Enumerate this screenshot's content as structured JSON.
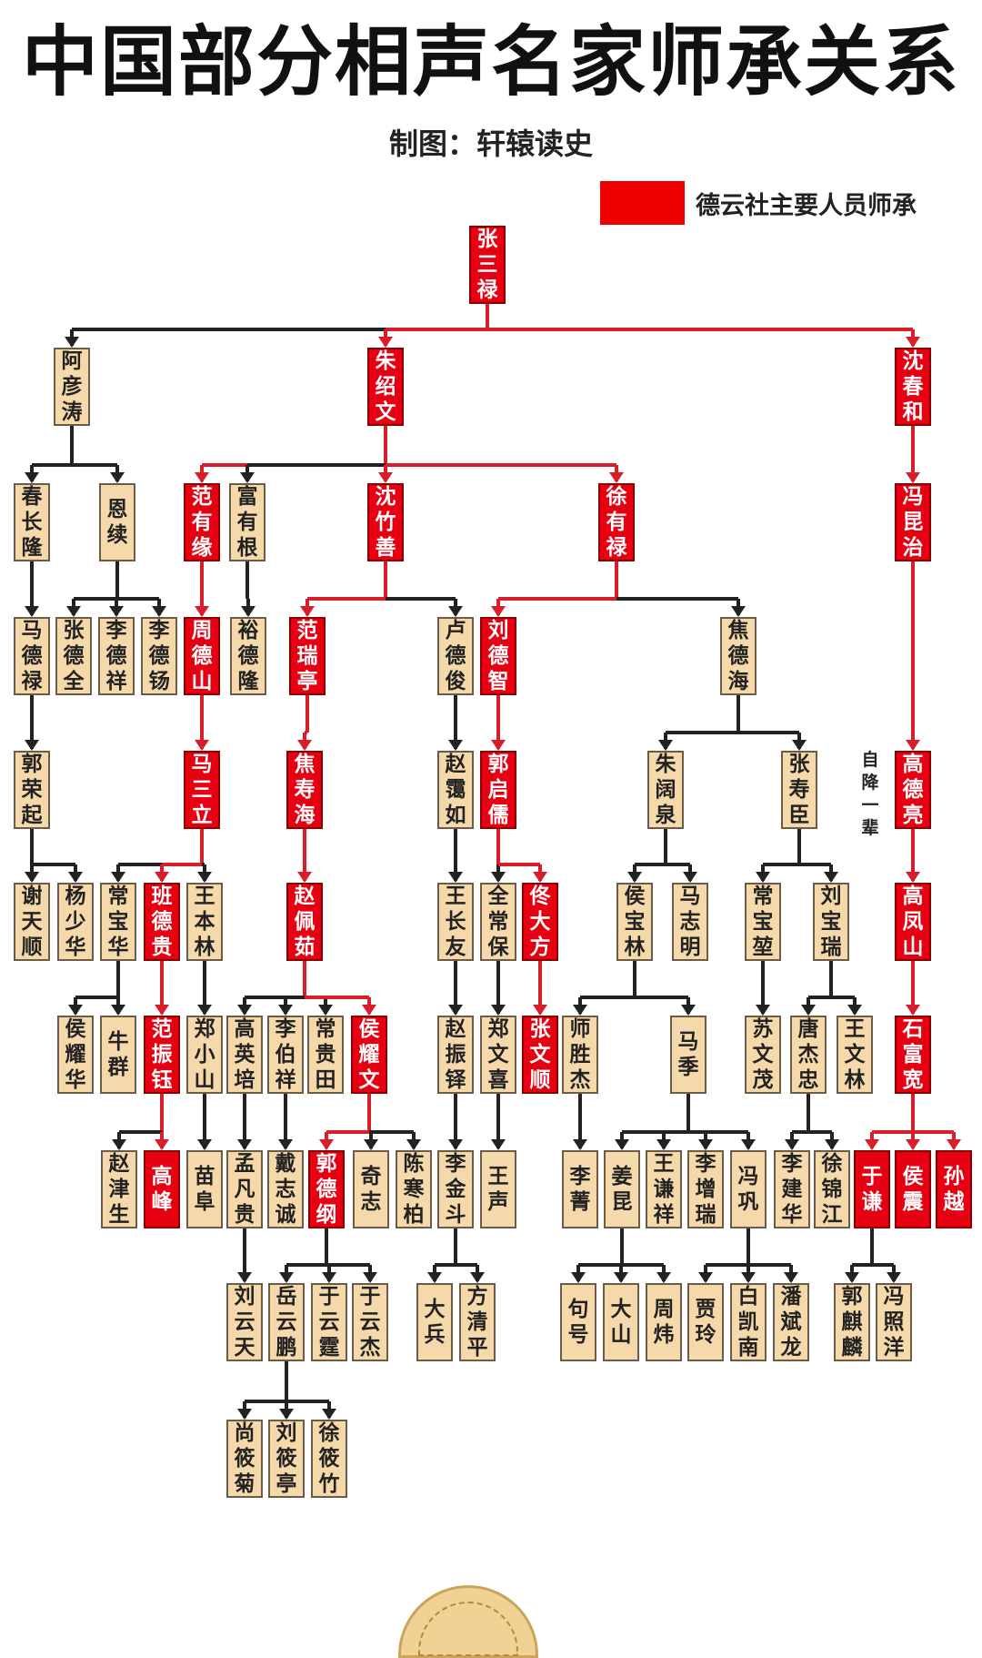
{
  "title": "中国部分相声名家师承关系",
  "author": "制图：轩辕读史",
  "legend": {
    "label": "德云社主要人员师承",
    "color": "#ee0000"
  },
  "note": "自降一辈",
  "colors": {
    "red_node": "#e60012",
    "normal_node": "#f6d9ab",
    "red_line": "#d81e2a",
    "black_line": "#222222"
  },
  "nodes": [
    {
      "id": "zsl",
      "name": "张三禄",
      "red": true
    },
    {
      "id": "ayt",
      "name": "阿彦涛",
      "red": false
    },
    {
      "id": "zsw",
      "name": "朱绍文",
      "red": true
    },
    {
      "id": "sch",
      "name": "沈春和",
      "red": true
    },
    {
      "id": "ccl",
      "name": "春长隆",
      "red": false
    },
    {
      "id": "ex",
      "name": "恩续",
      "red": false
    },
    {
      "id": "fyy",
      "name": "范有缘",
      "red": true
    },
    {
      "id": "fyg",
      "name": "富有根",
      "red": false
    },
    {
      "id": "szs",
      "name": "沈竹善",
      "red": true
    },
    {
      "id": "xyl",
      "name": "徐有禄",
      "red": true
    },
    {
      "id": "fkz",
      "name": "冯昆治",
      "red": true
    },
    {
      "id": "mdl",
      "name": "马德禄",
      "red": false
    },
    {
      "id": "zdq",
      "name": "张德全",
      "red": false
    },
    {
      "id": "ldx",
      "name": "李德祥",
      "red": false
    },
    {
      "id": "ldy",
      "name": "李德钖",
      "red": false
    },
    {
      "id": "zds",
      "name": "周德山",
      "red": true
    },
    {
      "id": "ydl",
      "name": "裕德隆",
      "red": false
    },
    {
      "id": "frt",
      "name": "范瑞亭",
      "red": true
    },
    {
      "id": "ldj",
      "name": "卢德俊",
      "red": false
    },
    {
      "id": "ldz",
      "name": "刘德智",
      "red": true
    },
    {
      "id": "jdh",
      "name": "焦德海",
      "red": false
    },
    {
      "id": "grq",
      "name": "郭荣起",
      "red": false
    },
    {
      "id": "msl",
      "name": "马三立",
      "red": true
    },
    {
      "id": "jsh",
      "name": "焦寿海",
      "red": true
    },
    {
      "id": "zar",
      "name": "赵霭如",
      "red": false
    },
    {
      "id": "gqr",
      "name": "郭启儒",
      "red": true
    },
    {
      "id": "zkq",
      "name": "朱阔泉",
      "red": false
    },
    {
      "id": "zsc",
      "name": "张寿臣",
      "red": false
    },
    {
      "id": "gdl",
      "name": "高德亮",
      "red": true
    },
    {
      "id": "xts",
      "name": "谢天顺",
      "red": false
    },
    {
      "id": "ysh",
      "name": "杨少华",
      "red": false
    },
    {
      "id": "cbh",
      "name": "常宝华",
      "red": false
    },
    {
      "id": "bdg",
      "name": "班德贵",
      "red": true
    },
    {
      "id": "wbl",
      "name": "王本林",
      "red": false
    },
    {
      "id": "zpr",
      "name": "赵佩茹",
      "red": true
    },
    {
      "id": "wcy",
      "name": "王长友",
      "red": false
    },
    {
      "id": "qcb",
      "name": "全常保",
      "red": false
    },
    {
      "id": "tdf",
      "name": "佟大方",
      "red": true
    },
    {
      "id": "hbl",
      "name": "侯宝林",
      "red": false
    },
    {
      "id": "mzm",
      "name": "马志明",
      "red": false
    },
    {
      "id": "cbk",
      "name": "常宝堃",
      "red": false
    },
    {
      "id": "lbr",
      "name": "刘宝瑞",
      "red": false
    },
    {
      "id": "gfs",
      "name": "高凤山",
      "red": true
    },
    {
      "id": "hyh",
      "name": "侯耀华",
      "red": false
    },
    {
      "id": "nq",
      "name": "牛群",
      "red": false
    },
    {
      "id": "fzy",
      "name": "范振钰",
      "red": true
    },
    {
      "id": "zxs",
      "name": "郑小山",
      "red": false
    },
    {
      "id": "gyp",
      "name": "高英培",
      "red": false
    },
    {
      "id": "lbx",
      "name": "李伯祥",
      "red": false
    },
    {
      "id": "cgt",
      "name": "常贵田",
      "red": false
    },
    {
      "id": "hyw",
      "name": "侯耀文",
      "red": true
    },
    {
      "id": "zzd",
      "name": "赵振铎",
      "red": false
    },
    {
      "id": "zwx",
      "name": "郑文喜",
      "red": false
    },
    {
      "id": "zws",
      "name": "张文顺",
      "red": true
    },
    {
      "id": "ssj",
      "name": "师胜杰",
      "red": false
    },
    {
      "id": "mj",
      "name": "马季",
      "red": false
    },
    {
      "id": "swm",
      "name": "苏文茂",
      "red": false
    },
    {
      "id": "tjz",
      "name": "唐杰忠",
      "red": false
    },
    {
      "id": "wwl",
      "name": "王文林",
      "red": false
    },
    {
      "id": "sfk",
      "name": "石富宽",
      "red": true
    },
    {
      "id": "zjs",
      "name": "赵津生",
      "red": false
    },
    {
      "id": "gf",
      "name": "高峰",
      "red": true
    },
    {
      "id": "mf",
      "name": "苗阜",
      "red": false
    },
    {
      "id": "mfg",
      "name": "孟凡贵",
      "red": false
    },
    {
      "id": "dzc",
      "name": "戴志诚",
      "red": false
    },
    {
      "id": "gdg",
      "name": "郭德纲",
      "red": true
    },
    {
      "id": "qz",
      "name": "奇志",
      "red": false
    },
    {
      "id": "chb",
      "name": "陈寒柏",
      "red": false
    },
    {
      "id": "ljd",
      "name": "李金斗",
      "red": false
    },
    {
      "id": "ws",
      "name": "王声",
      "red": false
    },
    {
      "id": "lj",
      "name": "李菁",
      "red": false
    },
    {
      "id": "jk",
      "name": "姜昆",
      "red": false
    },
    {
      "id": "wqx",
      "name": "王谦祥",
      "red": false
    },
    {
      "id": "lzr",
      "name": "李增瑞",
      "red": false
    },
    {
      "id": "fg",
      "name": "冯巩",
      "red": false
    },
    {
      "id": "ljh",
      "name": "李建华",
      "red": false
    },
    {
      "id": "xjj",
      "name": "徐锦江",
      "red": false
    },
    {
      "id": "yq",
      "name": "于谦",
      "red": true
    },
    {
      "id": "hz",
      "name": "侯震",
      "red": true
    },
    {
      "id": "sy",
      "name": "孙越",
      "red": true
    },
    {
      "id": "lyt",
      "name": "刘云天",
      "red": false
    },
    {
      "id": "yyp",
      "name": "岳云鹏",
      "red": false
    },
    {
      "id": "yyt",
      "name": "于云霆",
      "red": false
    },
    {
      "id": "yyj",
      "name": "于云杰",
      "red": false
    },
    {
      "id": "db",
      "name": "大兵",
      "red": false
    },
    {
      "id": "fqp",
      "name": "方清平",
      "red": false
    },
    {
      "id": "gh",
      "name": "句号",
      "red": false
    },
    {
      "id": "ds",
      "name": "大山",
      "red": false
    },
    {
      "id": "zw",
      "name": "周炜",
      "red": false
    },
    {
      "id": "jl",
      "name": "贾玲",
      "red": false
    },
    {
      "id": "bkn",
      "name": "白凯南",
      "red": false
    },
    {
      "id": "pbl",
      "name": "潘斌龙",
      "red": false
    },
    {
      "id": "gql",
      "name": "郭麒麟",
      "red": false
    },
    {
      "id": "fzy2",
      "name": "冯照洋",
      "red": false
    },
    {
      "id": "sxj",
      "name": "尚筱菊",
      "red": false
    },
    {
      "id": "lxt",
      "name": "刘筱亭",
      "red": false
    },
    {
      "id": "xxz",
      "name": "徐筱竹",
      "red": false
    }
  ],
  "edges": [
    {
      "from": "zsl",
      "to": [
        "ayt",
        "zsw",
        "sch"
      ],
      "red": [
        "zsw",
        "sch"
      ]
    },
    {
      "from": "ayt",
      "to": [
        "ccl",
        "ex"
      ],
      "red": []
    },
    {
      "from": "zsw",
      "to": [
        "fyy",
        "fyg",
        "szs",
        "xyl"
      ],
      "red": [
        "fyy",
        "szs",
        "xyl"
      ]
    },
    {
      "from": "sch",
      "to": [
        "fkz"
      ],
      "red": [
        "fkz"
      ]
    },
    {
      "from": "ccl",
      "to": [
        "mdl"
      ],
      "red": []
    },
    {
      "from": "ex",
      "to": [
        "zdq",
        "ldx",
        "ldy"
      ],
      "red": []
    },
    {
      "from": "fyy",
      "to": [
        "zds"
      ],
      "red": [
        "zds"
      ]
    },
    {
      "from": "fyg",
      "to": [
        "ydl"
      ],
      "red": []
    },
    {
      "from": "szs",
      "to": [
        "frt",
        "ldj"
      ],
      "red": [
        "frt"
      ]
    },
    {
      "from": "xyl",
      "to": [
        "ldz",
        "jdh"
      ],
      "red": [
        "ldz"
      ]
    },
    {
      "from": "fkz",
      "to": [
        "gdl"
      ],
      "red": [
        "gdl"
      ]
    },
    {
      "from": "mdl",
      "to": [
        "grq"
      ],
      "red": []
    },
    {
      "from": "zds",
      "to": [
        "msl"
      ],
      "red": [
        "msl"
      ]
    },
    {
      "from": "frt",
      "to": [
        "jsh"
      ],
      "red": [
        "jsh"
      ]
    },
    {
      "from": "ldj",
      "to": [
        "zar"
      ],
      "red": []
    },
    {
      "from": "ldz",
      "to": [
        "gqr"
      ],
      "red": [
        "gqr"
      ]
    },
    {
      "from": "jdh",
      "to": [
        "zkq",
        "zsc"
      ],
      "red": []
    },
    {
      "from": "grq",
      "to": [
        "xts",
        "ysh"
      ],
      "red": []
    },
    {
      "from": "msl",
      "to": [
        "cbh",
        "bdg",
        "wbl"
      ],
      "red": [
        "bdg"
      ]
    },
    {
      "from": "jsh",
      "to": [
        "zpr"
      ],
      "red": [
        "zpr"
      ]
    },
    {
      "from": "zar",
      "to": [
        "wcy"
      ],
      "red": []
    },
    {
      "from": "gqr",
      "to": [
        "qcb",
        "tdf"
      ],
      "red": [
        "tdf"
      ]
    },
    {
      "from": "zkq",
      "to": [
        "hbl",
        "mzm"
      ],
      "red": []
    },
    {
      "from": "zsc",
      "to": [
        "cbk",
        "lbr"
      ],
      "red": []
    },
    {
      "from": "gdl",
      "to": [
        "gfs"
      ],
      "red": [
        "gfs"
      ]
    },
    {
      "from": "cbh",
      "to": [
        "hyh",
        "nq"
      ],
      "red": []
    },
    {
      "from": "bdg",
      "to": [
        "fzy"
      ],
      "red": [
        "fzy"
      ]
    },
    {
      "from": "wbl",
      "to": [
        "zxs"
      ],
      "red": []
    },
    {
      "from": "zpr",
      "to": [
        "gyp",
        "lbx",
        "cgt",
        "hyw"
      ],
      "red": [
        "hyw"
      ]
    },
    {
      "from": "wcy",
      "to": [
        "zzd"
      ],
      "red": []
    },
    {
      "from": "qcb",
      "to": [
        "zwx"
      ],
      "red": []
    },
    {
      "from": "tdf",
      "to": [
        "zws"
      ],
      "red": [
        "zws"
      ]
    },
    {
      "from": "hbl",
      "to": [
        "ssj",
        "mj"
      ],
      "red": []
    },
    {
      "from": "cbk",
      "to": [
        "swm"
      ],
      "red": []
    },
    {
      "from": "lbr",
      "to": [
        "tjz",
        "wwl"
      ],
      "red": []
    },
    {
      "from": "gfs",
      "to": [
        "sfk"
      ],
      "red": [
        "sfk"
      ]
    },
    {
      "from": "fzy",
      "to": [
        "zjs",
        "gf"
      ],
      "red": [
        "gf"
      ]
    },
    {
      "from": "zxs",
      "to": [
        "mf"
      ],
      "red": []
    },
    {
      "from": "gyp",
      "to": [
        "mfg"
      ],
      "red": []
    },
    {
      "from": "lbx",
      "to": [
        "dzc"
      ],
      "red": []
    },
    {
      "from": "hyw",
      "to": [
        "gdg",
        "qz",
        "chb"
      ],
      "red": [
        "gdg"
      ]
    },
    {
      "from": "zzd",
      "to": [
        "ljd"
      ],
      "red": []
    },
    {
      "from": "zwx",
      "to": [
        "ws"
      ],
      "red": []
    },
    {
      "from": "ssj",
      "to": [
        "lj"
      ],
      "red": []
    },
    {
      "from": "mj",
      "to": [
        "jk",
        "wqx",
        "lzr",
        "fg"
      ],
      "red": []
    },
    {
      "from": "tjz",
      "to": [
        "ljh",
        "xjj"
      ],
      "red": []
    },
    {
      "from": "sfk",
      "to": [
        "yq",
        "hz",
        "sy"
      ],
      "red": [
        "yq",
        "hz",
        "sy"
      ]
    },
    {
      "from": "mfg",
      "to": [
        "lyt"
      ],
      "red": []
    },
    {
      "from": "gdg",
      "to": [
        "yyp",
        "yyt",
        "yyj"
      ],
      "red": []
    },
    {
      "from": "ljd",
      "to": [
        "db",
        "fqp"
      ],
      "red": []
    },
    {
      "from": "jk",
      "to": [
        "gh",
        "ds",
        "zw"
      ],
      "red": []
    },
    {
      "from": "fg",
      "to": [
        "jl",
        "bkn",
        "pbl"
      ],
      "red": []
    },
    {
      "from": "yq",
      "to": [
        "gql",
        "fzy2"
      ],
      "red": []
    },
    {
      "from": "yyp",
      "to": [
        "sxj",
        "lxt",
        "xxz"
      ],
      "red": []
    }
  ]
}
